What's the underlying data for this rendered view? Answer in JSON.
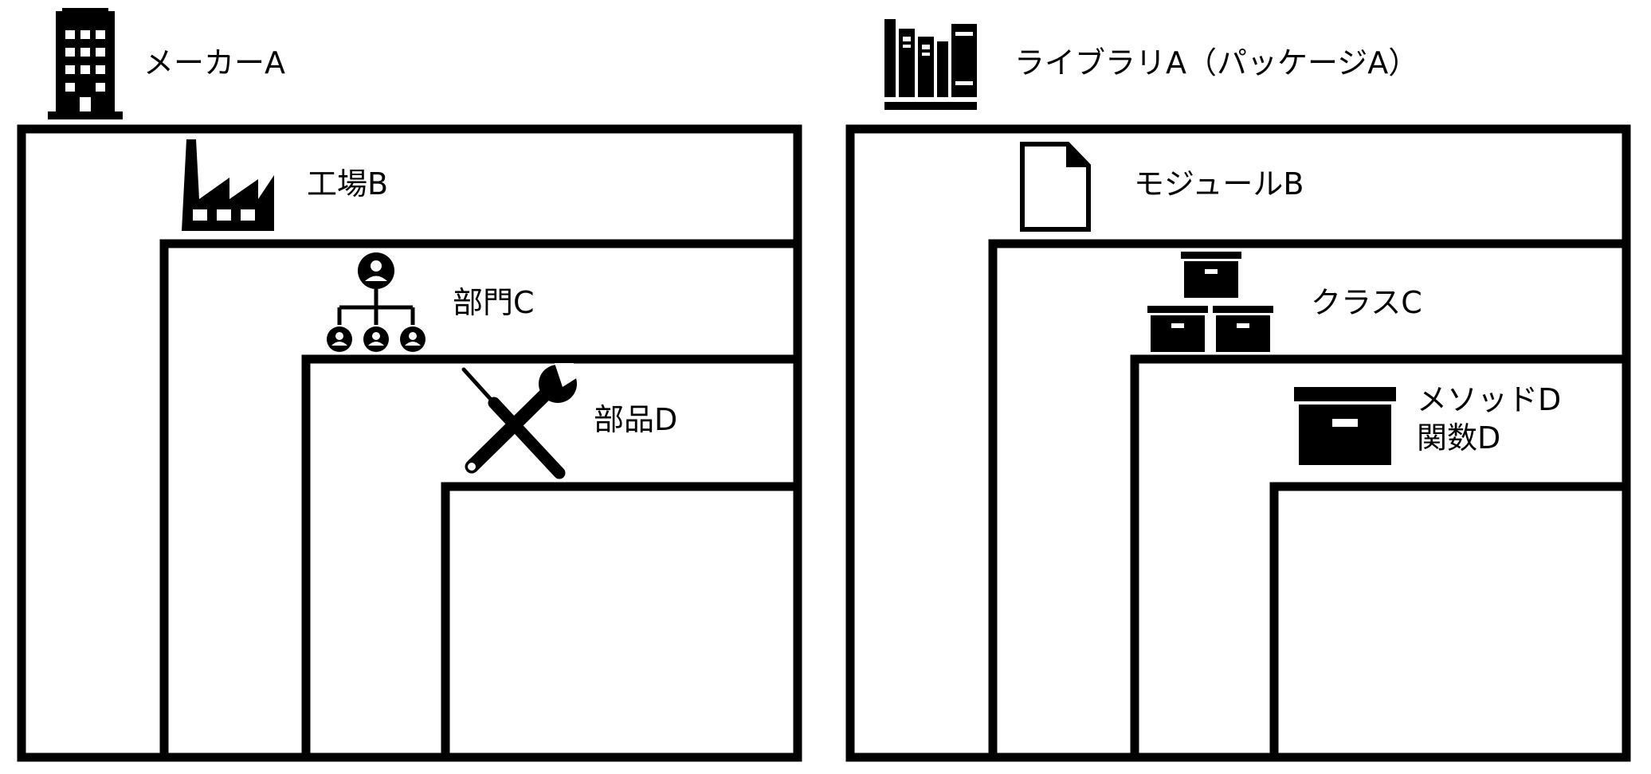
{
  "colors": {
    "stroke": "#000000",
    "background": "#ffffff"
  },
  "left": {
    "level1": {
      "label": "メーカーA",
      "icon": "office-building-icon"
    },
    "level2": {
      "label": "工場B",
      "icon": "factory-icon"
    },
    "level3": {
      "label": "部門C",
      "icon": "org-chart-icon"
    },
    "level4": {
      "label": "部品D",
      "icon": "tools-icon"
    }
  },
  "right": {
    "level1": {
      "label": "ライブラリA（パッケージA）",
      "icon": "books-icon"
    },
    "level2": {
      "label": "モジュールB",
      "icon": "document-icon"
    },
    "level3": {
      "label": "クラスC",
      "icon": "stacked-boxes-icon"
    },
    "level4": {
      "line1": "メソッドD",
      "line2": "関数D",
      "icon": "box-icon"
    }
  }
}
